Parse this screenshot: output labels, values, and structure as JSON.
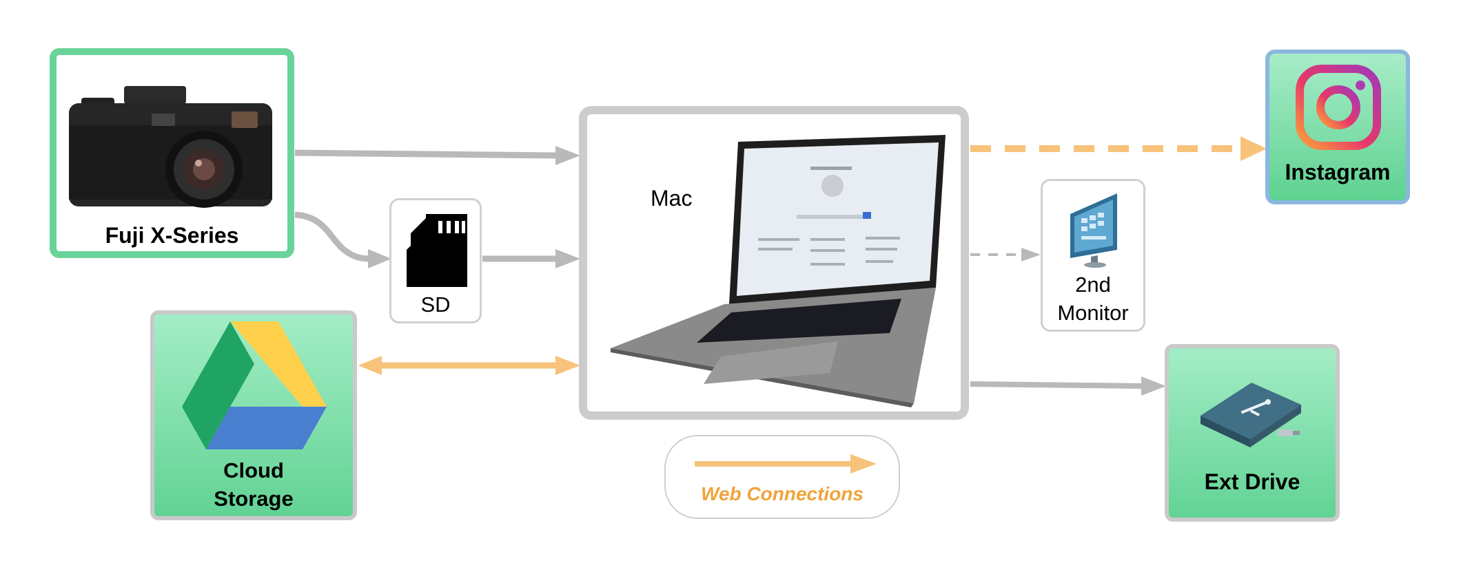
{
  "nodes": {
    "camera": {
      "label": "Fuji X-Series",
      "icon": "camera-icon"
    },
    "sd": {
      "label": "SD",
      "icon": "sd-card-icon"
    },
    "cloud": {
      "label_line1": "Cloud",
      "label_line2": "Storage",
      "icon": "google-drive-icon"
    },
    "mac": {
      "label": "Mac",
      "icon": "laptop-icon"
    },
    "monitor": {
      "label_line1": "2nd",
      "label_line2": "Monitor",
      "icon": "monitor-icon"
    },
    "instagram": {
      "label": "Instagram",
      "icon": "instagram-icon"
    },
    "drive": {
      "label": "Ext Drive",
      "icon": "usb-drive-icon"
    }
  },
  "edges": [
    {
      "from": "camera",
      "to": "mac",
      "style": "solid-gray"
    },
    {
      "from": "camera",
      "to": "sd",
      "style": "solid-gray"
    },
    {
      "from": "sd",
      "to": "mac",
      "style": "solid-gray"
    },
    {
      "from": "cloud",
      "to": "mac",
      "style": "bidirectional-orange"
    },
    {
      "from": "mac",
      "to": "instagram",
      "style": "dashed-orange"
    },
    {
      "from": "mac",
      "to": "monitor",
      "style": "dashed-gray"
    },
    {
      "from": "mac",
      "to": "drive",
      "style": "solid-gray"
    }
  ],
  "legend": {
    "label": "Web Connections",
    "arrow_icon": "orange-arrow-icon"
  },
  "colors": {
    "web_connection": "#f7c27a",
    "local_connection": "#b9b9b9",
    "node_green": "#6ad39a",
    "legend_text": "#f0a33c"
  }
}
